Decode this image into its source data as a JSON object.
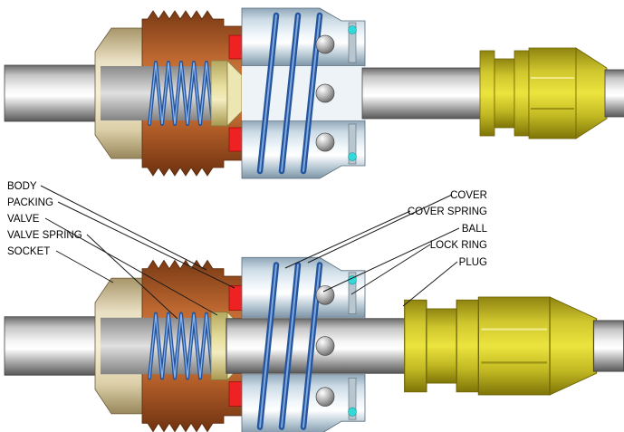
{
  "diagram": {
    "subject": "quick-disconnect coupling cutaway",
    "views": [
      "disconnected (top)",
      "connected (bottom)"
    ]
  },
  "labels": {
    "left": [
      {
        "text": "BODY"
      },
      {
        "text": "PACKING"
      },
      {
        "text": "VALVE"
      },
      {
        "text": "VALVE SPRING"
      },
      {
        "text": "SOCKET"
      }
    ],
    "right": [
      {
        "text": "COVER"
      },
      {
        "text": "COVER SPRING"
      },
      {
        "text": "BALL"
      },
      {
        "text": "LOCK RING"
      },
      {
        "text": "PLUG"
      }
    ]
  },
  "colors": {
    "body_brown": "#b05c28",
    "socket_tan": "#e9dfc2",
    "packing_red": "#ee2222",
    "valve_cream": "#ece6b2",
    "spring_blue": "#24549e",
    "cover_silver": "#dce8f0",
    "plug_brass": "#d8ce32",
    "tube_steel": "#c8c8c8",
    "dot_cyan": "#35d8d8",
    "background": "#ffffff",
    "label_text": "#000000"
  }
}
